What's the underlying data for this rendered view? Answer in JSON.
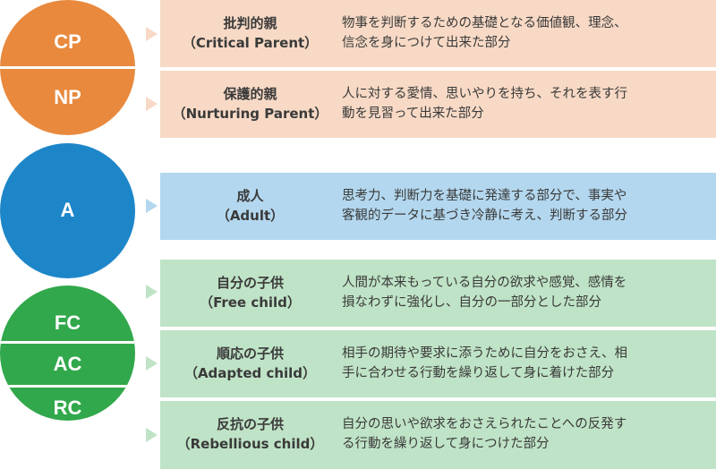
{
  "colors": {
    "orange": "#e8893d",
    "blue": "#1d86c9",
    "green": "#31a84b",
    "orange_box": "#f7d9c5",
    "blue_box": "#b3d7ee",
    "green_box": "#bfe3c6",
    "orange_pointer": "#f7d9c5",
    "blue_pointer": "#b3d7ee",
    "green_pointer": "#bfe3c6"
  },
  "circles": {
    "parent": {
      "top": "CP",
      "bottom": "NP"
    },
    "adult": {
      "label": "A"
    },
    "child": {
      "first": "FC",
      "second": "AC",
      "third": "RC"
    }
  },
  "boxes": [
    {
      "name": "批判的親",
      "sub": "（Critical Parent）",
      "desc1": "物事を判断するための基礎となる価値観、理念、",
      "desc2": "信念を身につけて出来た部分"
    },
    {
      "name": "保護的親",
      "sub": "（Nurturing Parent）",
      "desc1": "人に対する愛情、思いやりを持ち、それを表す行",
      "desc2": "動を見習って出来た部分"
    },
    {
      "name": "成人",
      "sub": "（Adult）",
      "desc1": "思考力、判断力を基礎に発達する部分で、事実や",
      "desc2": "客観的データに基づき冷静に考え、判断する部分"
    },
    {
      "name": "自分の子供",
      "sub": "（Free child）",
      "desc1": "人間が本来もっている自分の欲求や感覚、感情を",
      "desc2": "損なわずに強化し、自分の一部分とした部分"
    },
    {
      "name": "順応の子供",
      "sub": "（Adapted child）",
      "desc1": "相手の期待や要求に添うために自分をおさえ、相",
      "desc2": "手に合わせる行動を繰り返して身に着けた部分"
    },
    {
      "name": "反抗の子供",
      "sub": "（Rebellious child）",
      "desc1": "自分の思いや欲求をおさえられたことへの反発す",
      "desc2": "る行動を繰り返して身につけた部分"
    }
  ]
}
